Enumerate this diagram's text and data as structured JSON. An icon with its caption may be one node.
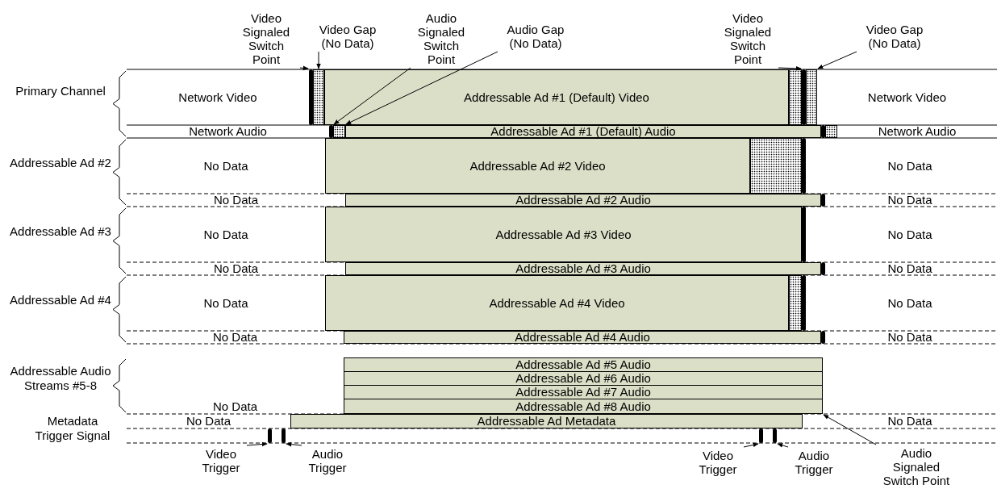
{
  "diagram": {
    "nodes": [
      {
        "text": [
          "Video Signaled Switch Point"
        ]
      },
      {
        "text": [
          "Video Gap (No Data)"
        ]
      },
      {
        "text": [
          "Audio Signaled Switch Point"
        ]
      },
      {
        "text": [
          "Audio Gap (No Data)"
        ]
      },
      {
        "text": [
          "Video Signaled Switch Point"
        ]
      },
      {
        "text": [
          "Video Gap (No Data)"
        ]
      },
      {
        "text": [
          "Network Video"
        ]
      },
      {
        "text": [
          "Addressable Ad #1 (Default) Video"
        ]
      },
      {
        "text": [
          "Network Video"
        ]
      },
      {
        "text": [
          "Network Audio"
        ]
      },
      {
        "text": [
          "Addressable Ad #1 (Default) Audio"
        ]
      },
      {
        "text": [
          "Network Audio"
        ]
      },
      {
        "text": [
          "No Data"
        ]
      },
      {
        "text": [
          "Addressable Ad #2 Video"
        ]
      },
      {
        "text": [
          "No Data"
        ]
      },
      {
        "text": [
          "No Data"
        ]
      },
      {
        "text": [
          "Addressable Ad #2 Audio"
        ]
      },
      {
        "text": [
          "No Data"
        ]
      },
      {
        "text": [
          "No Data"
        ]
      },
      {
        "text": [
          "Addressable Ad #3 Video"
        ]
      },
      {
        "text": [
          "No Data"
        ]
      },
      {
        "text": [
          "No Data"
        ]
      },
      {
        "text": [
          "Addressable Ad #3 Audio"
        ]
      },
      {
        "text": [
          "No Data"
        ]
      },
      {
        "text": [
          "No Data"
        ]
      },
      {
        "text": [
          "Addressable Ad #4 Video"
        ]
      },
      {
        "text": [
          "No Data"
        ]
      },
      {
        "text": [
          "No Data"
        ]
      },
      {
        "text": [
          "Addressable Ad #4 Audio"
        ]
      },
      {
        "text": [
          "No Data"
        ]
      },
      {
        "text": [
          "Addressable Ad #5 Audio"
        ]
      },
      {
        "text": [
          "Addressable Ad #6 Audio"
        ]
      },
      {
        "text": [
          "Addressable Ad #7 Audio"
        ]
      },
      {
        "text": [
          "Addressable Ad #8 Audio"
        ]
      },
      {
        "text": [
          "No Data"
        ]
      },
      {
        "text": [
          "No Data"
        ]
      },
      {
        "text": [
          "Addressable Ad Metadata"
        ]
      },
      {
        "text": [
          "No Data"
        ]
      },
      {
        "text": [
          "Video Trigger"
        ]
      },
      {
        "text": [
          "Audio Trigger"
        ]
      },
      {
        "text": [
          "Video Trigger"
        ]
      },
      {
        "text": [
          "Audio Trigger"
        ]
      },
      {
        "text": [
          "Audio Signaled Switch Point"
        ]
      },
      {
        "text": [],
        "shape": "bar"
      },
      {
        "text": [],
        "shape": "box"
      },
      {
        "text": [],
        "shape": "bar"
      },
      {
        "text": [],
        "shape": "box"
      },
      {
        "text": [],
        "shape": "bar"
      },
      {
        "text": [],
        "shape": "box"
      },
      {
        "text": [],
        "shape": "bar"
      },
      {
        "text": [],
        "shape": "bar"
      },
      {
        "text": [],
        "shape": "bar"
      },
      {
        "text": [],
        "shape": "bar"
      },
      {
        "text": [],
        "shape": "box"
      },
      {
        "text": [],
        "shape": "box"
      },
      {
        "text": [],
        "shape": "box"
      },
      {
        "text": [],
        "shape": "box"
      },
      {
        "text": [],
        "shape": "bar"
      },
      {
        "text": [],
        "shape": "bar"
      },
      {
        "text": [],
        "shape": "bar"
      },
      {
        "text": [],
        "shape": "bar"
      },
      {
        "text": [],
        "shape": "bar"
      },
      {
        "text": [],
        "shape": "bar"
      },
      {
        "text": [],
        "shape": "bar"
      }
    ],
    "edges": [
      {
        "from": 0,
        "to": 43,
        "arrow": "to"
      },
      {
        "from": 1,
        "to": 44,
        "arrow": "to"
      },
      {
        "from": 2,
        "to": 45,
        "arrow": "to"
      },
      {
        "from": 3,
        "to": 46,
        "arrow": "to"
      },
      {
        "from": 4,
        "to": 47,
        "arrow": "to"
      },
      {
        "from": 5,
        "to": 48,
        "arrow": "to"
      },
      {
        "from": 38,
        "to": 49,
        "arrow": "to"
      },
      {
        "from": 39,
        "to": 50,
        "arrow": "to"
      },
      {
        "from": 40,
        "to": 51,
        "arrow": "to"
      },
      {
        "from": 41,
        "to": 52,
        "arrow": "to"
      },
      {
        "from": 42,
        "to": 33,
        "arrow": "to"
      }
    ],
    "labels": [
      "Primary Channel",
      "Addressable Ad #2",
      "Addressable Ad #3",
      "Addressable Ad #4",
      "Addressable Audio Streams #5-8",
      "Metadata Trigger Signal"
    ]
  }
}
